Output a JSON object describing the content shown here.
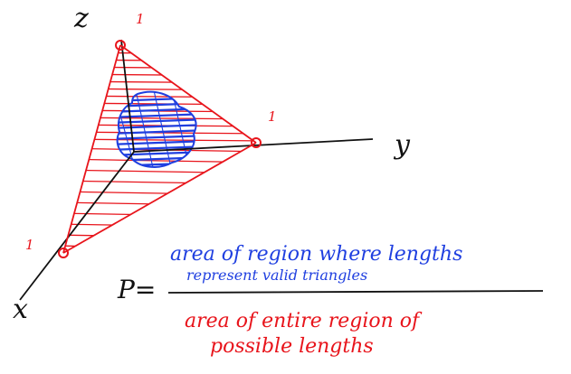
{
  "axes": {
    "x_label": "x",
    "y_label": "y",
    "z_label": "z"
  },
  "intercepts": {
    "x_tick": "1",
    "y_tick": "1",
    "z_tick": "1"
  },
  "formula": {
    "lhs": "P=",
    "numerator_line1": "area of region where lengths",
    "numerator_line2": "represent valid triangles",
    "denominator_line1": "area of entire region of",
    "denominator_line2": "possible lengths"
  },
  "colors": {
    "ink": "#111111",
    "red": "#e8141b",
    "blue": "#1f3fe0"
  }
}
